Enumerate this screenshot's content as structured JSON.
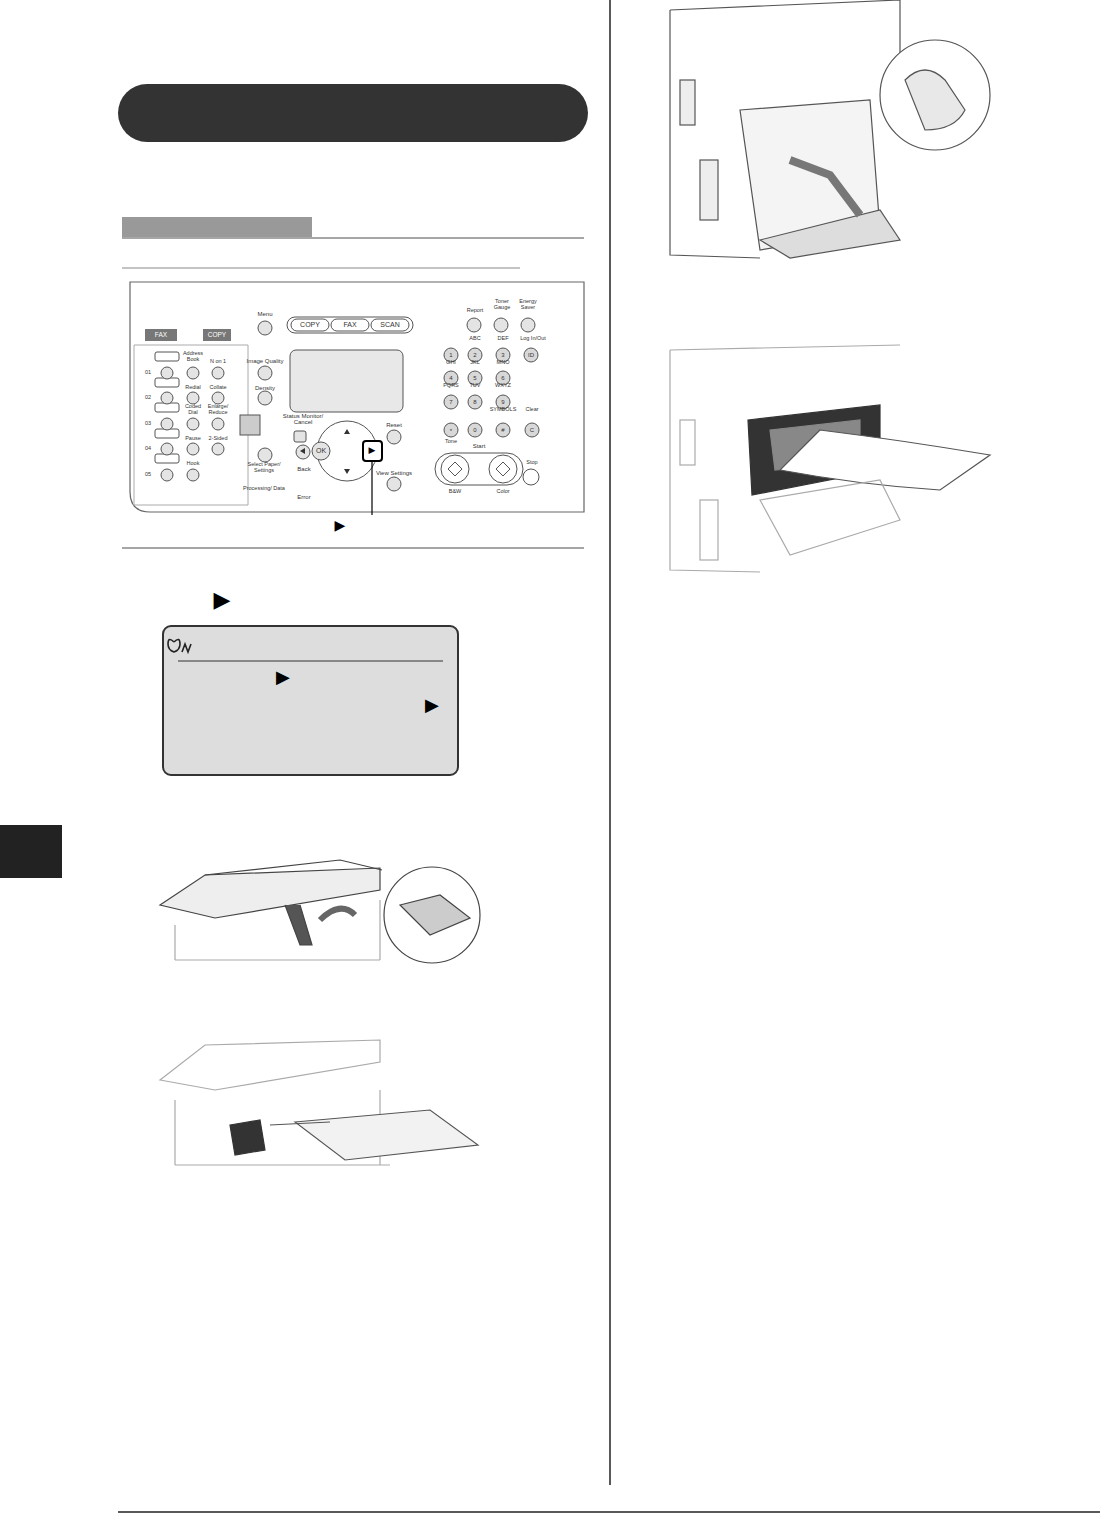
{
  "diagram": {
    "labels": [
      "FAX",
      "COPY",
      "Menu",
      "COPY",
      "FAX",
      "SCAN",
      "Report",
      "Toner Gauge",
      "Energy Saver",
      "Address Book",
      "N on 1",
      "01",
      "Image Quality",
      "Redial",
      "Collate",
      "02",
      "Density",
      "Coded Dial",
      "Enlarge/ Reduce",
      "03",
      "Pause",
      "2-Sided",
      "04",
      "Hook",
      "05",
      "Status Monitor/ Cancel",
      "Reset",
      "OK",
      "Back",
      "View Settings",
      "Select Paper/ Settings",
      "Processing/ Data",
      "Error",
      "ABC",
      "DEF",
      "Log In/Out",
      "1",
      "2",
      "3",
      "ID",
      "GHI",
      "JKL",
      "MNO",
      "4",
      "5",
      "6",
      "PQRS",
      "TUV",
      "WXYZ",
      "7",
      "8",
      "9",
      "SYMBOLS",
      "Clear",
      "*",
      "0",
      "#",
      "C",
      "Tone",
      "Start",
      "B&W",
      "Color",
      "Stop",
      "▶",
      "▶",
      "▶",
      "▶",
      "▶"
    ]
  }
}
